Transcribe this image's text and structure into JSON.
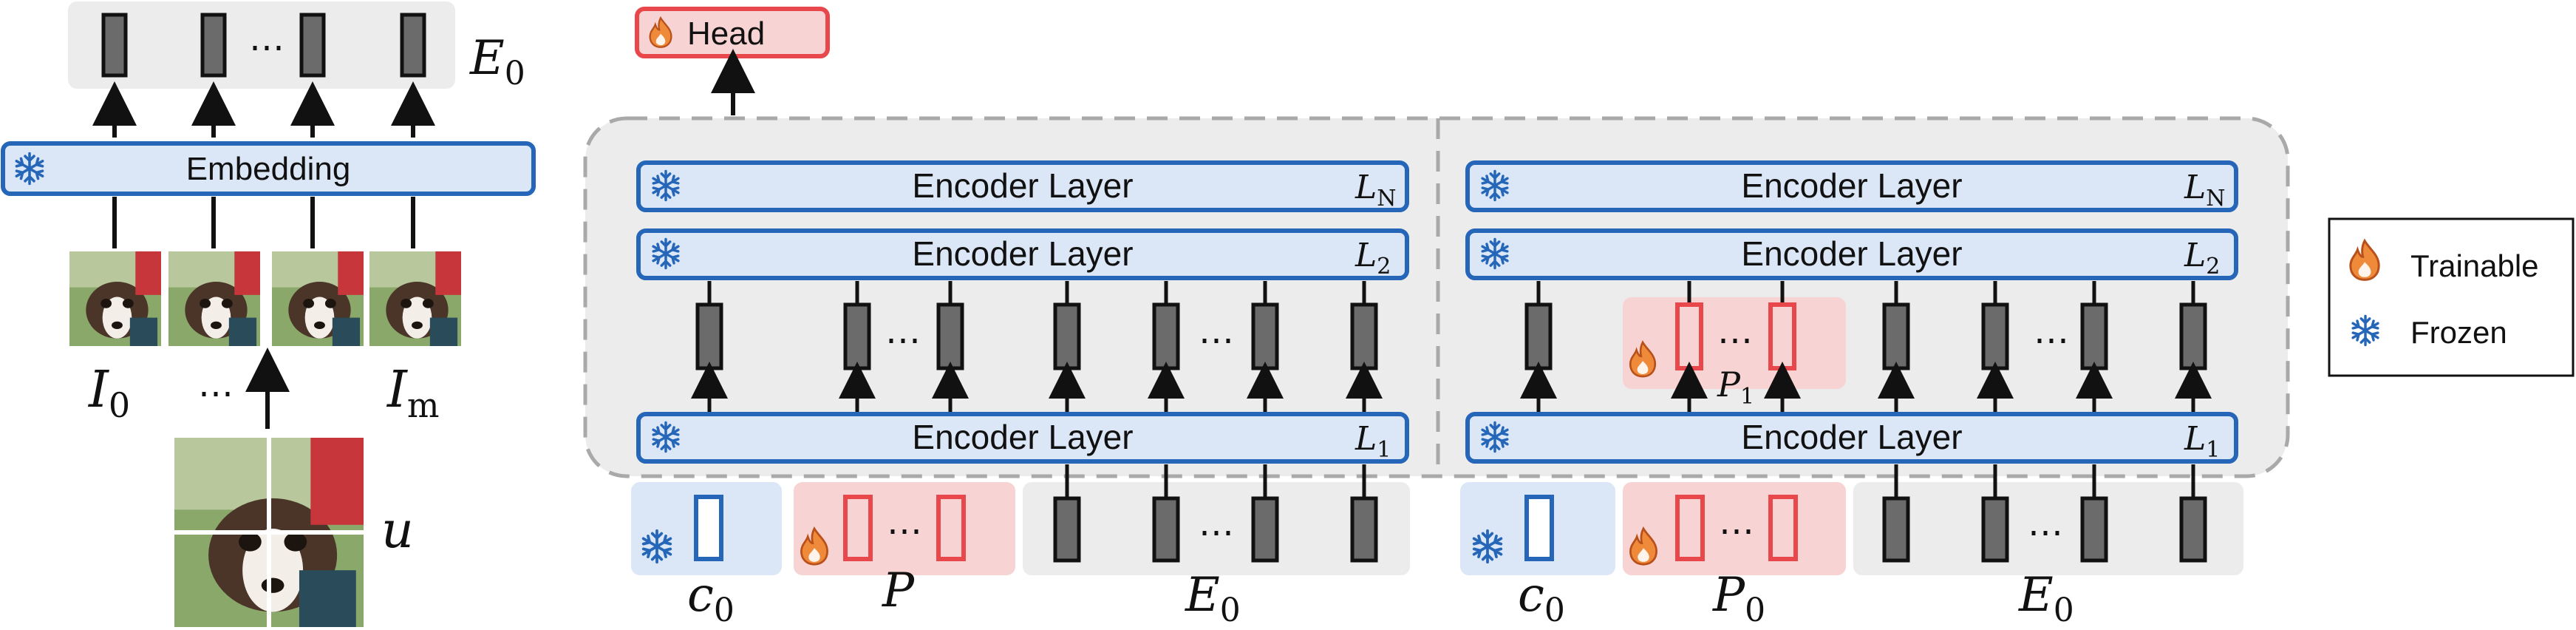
{
  "left_panel": {
    "embedding_label": "Embedding",
    "e0_label": "E",
    "e0_sub": "0",
    "dots": "⋯",
    "i0_label": "I",
    "i0_sub": "0",
    "im_label": "I",
    "im_sub": "m",
    "u_label": "u"
  },
  "head_label": "Head",
  "encoder_label": "Encoder Layer",
  "layer_tags": {
    "ln": {
      "main": "L",
      "sub": "N"
    },
    "l2": {
      "main": "L",
      "sub": "2"
    },
    "l1": {
      "main": "L",
      "sub": "1"
    }
  },
  "panel_a": {
    "c0": {
      "main": "c",
      "sub": "0"
    },
    "p": {
      "main": "P",
      "sub": ""
    },
    "e0": {
      "main": "E",
      "sub": "0"
    }
  },
  "panel_b": {
    "c0": {
      "main": "c",
      "sub": "0"
    },
    "p0": {
      "main": "P",
      "sub": "0"
    },
    "p1": {
      "main": "P",
      "sub": "1"
    },
    "e0": {
      "main": "E",
      "sub": "0"
    }
  },
  "legend": {
    "trainable": "Trainable",
    "frozen": "Frozen"
  },
  "icons": {
    "trainable": "flame-icon",
    "frozen": "snowflake-icon"
  },
  "colors": {
    "frozen_blue": "#2566b8",
    "frozen_fill": "#dbe7f6",
    "trainable_red": "#e8474c",
    "trainable_fill": "#f8d3d3",
    "token_gray": "#6b6b6b",
    "panel_gray": "#ececec"
  }
}
